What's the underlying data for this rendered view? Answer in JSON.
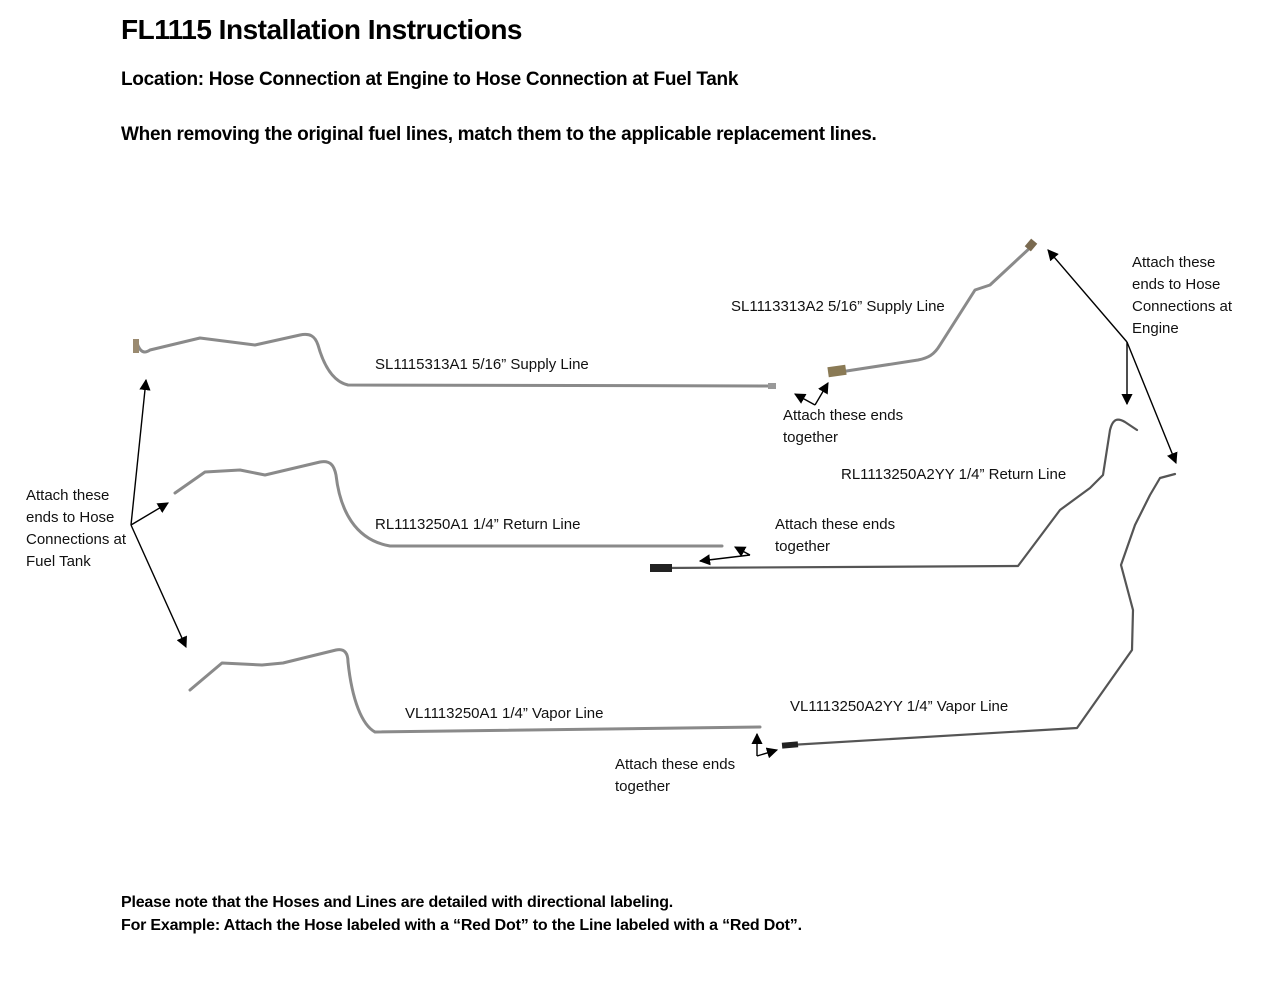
{
  "header": {
    "title": "FL1115 Installation Instructions",
    "location": "Location: Hose Connection at Engine to Hose Connection at Fuel Tank",
    "instruction": "When removing the original fuel lines, match them to the applicable replacement lines."
  },
  "lines": [
    {
      "id": "SL1115313A1",
      "label": "SL1115313A1 5/16” Supply Line"
    },
    {
      "id": "SL1113313A2",
      "label": "SL1113313A2 5/16” Supply Line"
    },
    {
      "id": "RL1113250A1",
      "label": "RL1113250A1 1/4” Return Line"
    },
    {
      "id": "RL1113250A2YY",
      "label": "RL1113250A2YY 1/4” Return Line"
    },
    {
      "id": "VL1113250A1",
      "label": "VL1113250A1 1/4” Vapor Line"
    },
    {
      "id": "VL1113250A2YY",
      "label": "VL1113250A2YY 1/4” Vapor Line"
    }
  ],
  "callouts": {
    "fuel_tank": "Attach these ends to Hose Connections at Fuel Tank",
    "engine": "Attach these ends to Hose Connections at Engine",
    "supply_join": "Attach these ends together",
    "return_join": "Attach these ends together",
    "vapor_join": "Attach these ends together"
  },
  "footer": {
    "note": "Please note that the Hoses and Lines are detailed with directional labeling.",
    "example": "For Example: Attach the Hose labeled with a “Red Dot” to the Line labeled with a “Red Dot”."
  }
}
